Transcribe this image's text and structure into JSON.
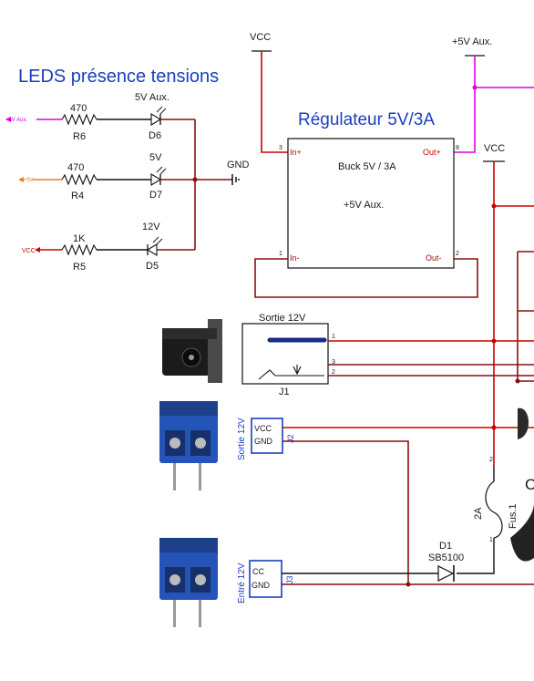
{
  "titles": {
    "leds": "LEDS présence tensions",
    "regulator": "Régulateur 5V/3A"
  },
  "rails": {
    "vcc_top": "VCC",
    "aux_top": "+5V Aux.",
    "vcc_right": "VCC",
    "gnd": "GND"
  },
  "leds": {
    "d6": {
      "name": "D6",
      "value": "5V Aux.",
      "res_name": "R6",
      "res_value": "470",
      "net": "+5V Aux."
    },
    "d7": {
      "name": "D7",
      "value": "5V",
      "res_name": "R4",
      "res_value": "470",
      "net": "+5V"
    },
    "d5": {
      "name": "D5",
      "value": "12V",
      "res_name": "R5",
      "res_value": "1K",
      "net": "VCC"
    }
  },
  "regulator": {
    "in_plus": "In+",
    "out_plus": "Out+",
    "in_minus": "In-",
    "out_minus": "Out-",
    "pin_in_plus": "3",
    "pin_out_plus": "8",
    "pin_in_minus": "1",
    "pin_out_minus": "2",
    "type": "Buck 5V / 3A",
    "output": "+5V Aux."
  },
  "j1": {
    "title": "Sortie 12V",
    "name": "J1",
    "pin1": "1",
    "pin2": "2",
    "pin3": "3"
  },
  "j2": {
    "vertical_label": "Sortie 12V",
    "pin_vcc": "VCC",
    "pin_gnd": "GND",
    "ref": "J2"
  },
  "j3": {
    "vertical_label": "Entré 12V",
    "pin_cc": "CC",
    "pin_gnd": "GND",
    "ref": "J3"
  },
  "fuse": {
    "value": "2A",
    "name": "Fus.1",
    "pin_top": "2",
    "pin_bottom": "1"
  },
  "diode_d1": {
    "name": "D1",
    "part": "SB5100"
  },
  "cut_text": "C",
  "colors": {
    "red": "#cc0000",
    "dark_red": "#8a0f0f",
    "magenta": "#e000e0",
    "orange": "#f07a1e",
    "blue": "#1a3fbf"
  }
}
